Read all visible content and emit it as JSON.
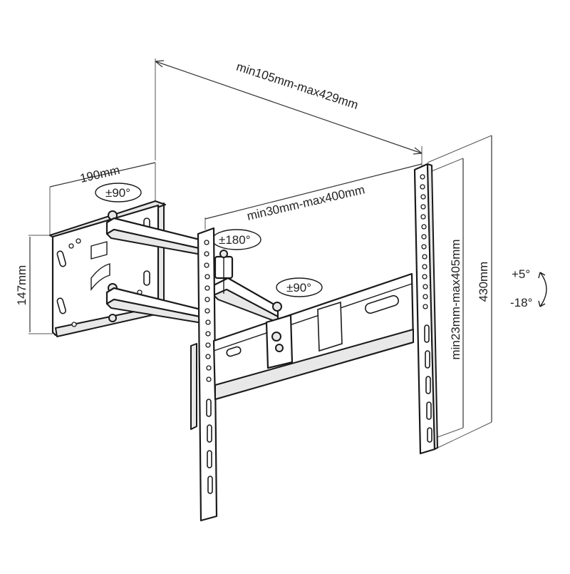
{
  "dimensions": {
    "overall_depth": "min105mm-max429mm",
    "arm_depth": "min30mm-max400mm",
    "wall_plate_width": "190mm",
    "wall_plate_height": "147mm",
    "tv_bracket_height": "430mm",
    "vesa_vertical": "min23mm-max405mm"
  },
  "rotations": {
    "wall_swivel": "±90°",
    "arm_swivel": "±180°",
    "tv_swivel": "±90°"
  },
  "tilt": {
    "up": "+5°",
    "down": "-18°"
  }
}
